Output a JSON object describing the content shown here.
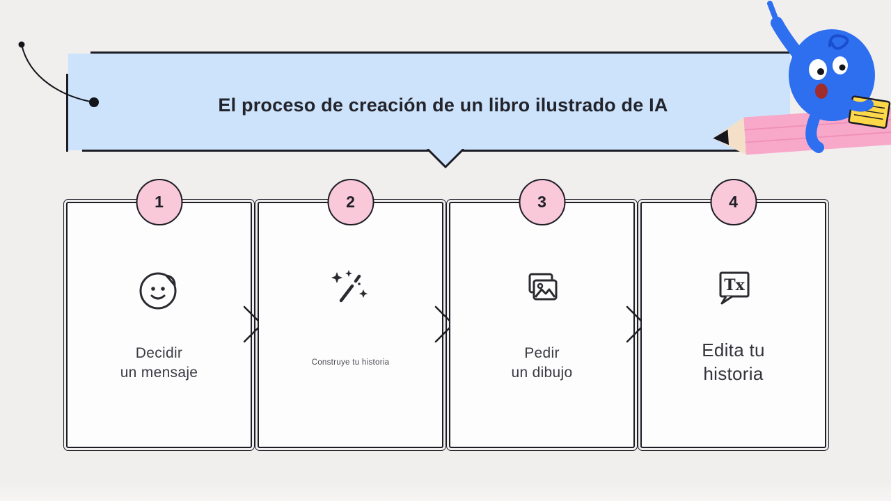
{
  "title": "El proceso de creación de un libro ilustrado de IA",
  "steps": [
    {
      "number": "1",
      "label": "Decidir\nun mensaje",
      "icon": "sticker-smile-icon"
    },
    {
      "number": "2",
      "label": "Construye tu historia",
      "icon": "magic-wand-icon"
    },
    {
      "number": "3",
      "label": "Pedir\nun dibujo",
      "icon": "photo-stack-icon"
    },
    {
      "number": "4",
      "label": "Edita tu\nhistoria",
      "icon": "text-message-icon",
      "icon_text": "Tx"
    }
  ],
  "colors": {
    "background": "#f1efee",
    "banner_blue": "#cce3fb",
    "step_circle_pink": "#f9c9d9",
    "ink": "#1d1d26",
    "card_white": "#fdfdfd",
    "pencil_pink": "#f8a9ca",
    "mascot_blue": "#2e6ff0",
    "book_yellow": "#ffd84a"
  }
}
